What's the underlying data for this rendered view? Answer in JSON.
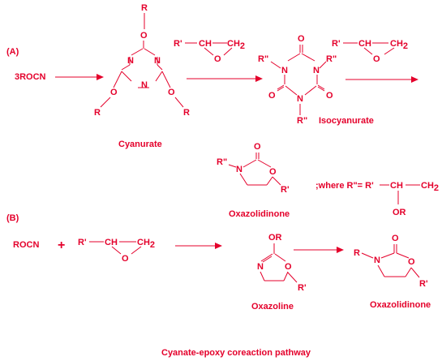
{
  "colors": {
    "ink": "#e4002b",
    "background": "#ffffff"
  },
  "panel_a": {
    "label": "(A)",
    "reactant": "3ROCN",
    "cyanurate": {
      "name": "Cyanurate",
      "r": "R",
      "o": "O",
      "n": "N"
    },
    "epoxide": {
      "r": "R'",
      "ch": "CH",
      "ch2": "CH",
      "ch2_sub": "2",
      "o": "O"
    },
    "isocyanurate": {
      "name": "Isocyanurate",
      "r2": "R\"",
      "o": "O",
      "n": "N"
    },
    "oxazolidinone": {
      "name": "Oxazolidinone",
      "r2": "R\"",
      "n": "N",
      "o": "O",
      "r1": "R'"
    },
    "where": {
      "prefix": ";where R\"= R'",
      "ch": "CH",
      "ch2": "CH",
      "ch2_sub": "2",
      "or": "OR"
    }
  },
  "panel_b": {
    "label": "(B)",
    "reactant": "ROCN",
    "plus": "+",
    "epoxide": {
      "r": "R'",
      "ch": "CH",
      "ch2": "CH",
      "ch2_sub": "2",
      "o": "O"
    },
    "oxazoline": {
      "name": "Oxazoline",
      "or": "OR",
      "n": "N",
      "o": "O",
      "r1": "R'"
    },
    "oxazolidinone": {
      "name": "Oxazolidinone",
      "r": "R",
      "n": "N",
      "o": "O",
      "r1": "R'"
    }
  },
  "caption": "Cyanate-epoxy coreaction pathway"
}
